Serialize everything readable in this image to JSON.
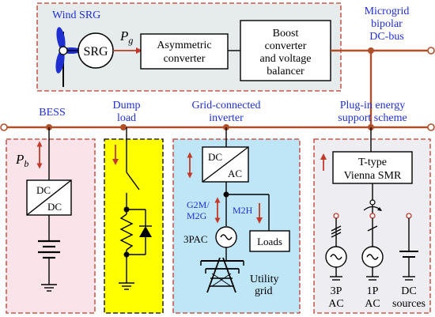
{
  "labels": {
    "wind_srg": "Wind SRG",
    "srg": "SRG",
    "pg_main": "P",
    "pg_sub": "g",
    "asym_line1": "Asymmetric",
    "asym_line2": "converter",
    "boost_line1": "Boost",
    "boost_line2": "converter",
    "boost_line3": "and voltage",
    "boost_line4": "balancer",
    "bus_line1": "Microgrid",
    "bus_line2": "bipolar",
    "bus_line3": "DC-bus",
    "bess": "BESS",
    "dump_line1": "Dump",
    "dump_line2": "load",
    "gci_line1": "Grid-connected",
    "gci_line2": "inverter",
    "plugin_line1": "Plug-in energy",
    "plugin_line2": "support scheme",
    "pb_main": "P",
    "pb_sub": "b",
    "dc_top": "DC",
    "dc_bottom": "DC",
    "inv_dc": "DC",
    "inv_ac": "AC",
    "g2m_line1": "G2M/",
    "g2m_line2": "M2G",
    "m2h": "M2H",
    "three_pac": "3PAC",
    "loads": "Loads",
    "utility_line1": "Utility",
    "utility_line2": "grid",
    "vienna_line1": "T-type",
    "vienna_line2": "Vienna SMR",
    "ac3p_line1": "3P",
    "ac3p_line2": "AC",
    "ac1p_line1": "1P",
    "ac1p_line2": "AC",
    "dcsrc_line1": "DC",
    "dcsrc_line2": "sources"
  },
  "colors": {
    "bus": "#b0502a",
    "dashed_border": "#c0392b",
    "wind_bg": "#e6ecec",
    "bess_bg": "#fbe3ea",
    "dump_bg": "#ffff00",
    "inverter_bg": "#bfe6f7",
    "plugin_bg": "#eeeef2",
    "label_blue": "#1f2fd0",
    "arrow_red": "#c0392b"
  }
}
